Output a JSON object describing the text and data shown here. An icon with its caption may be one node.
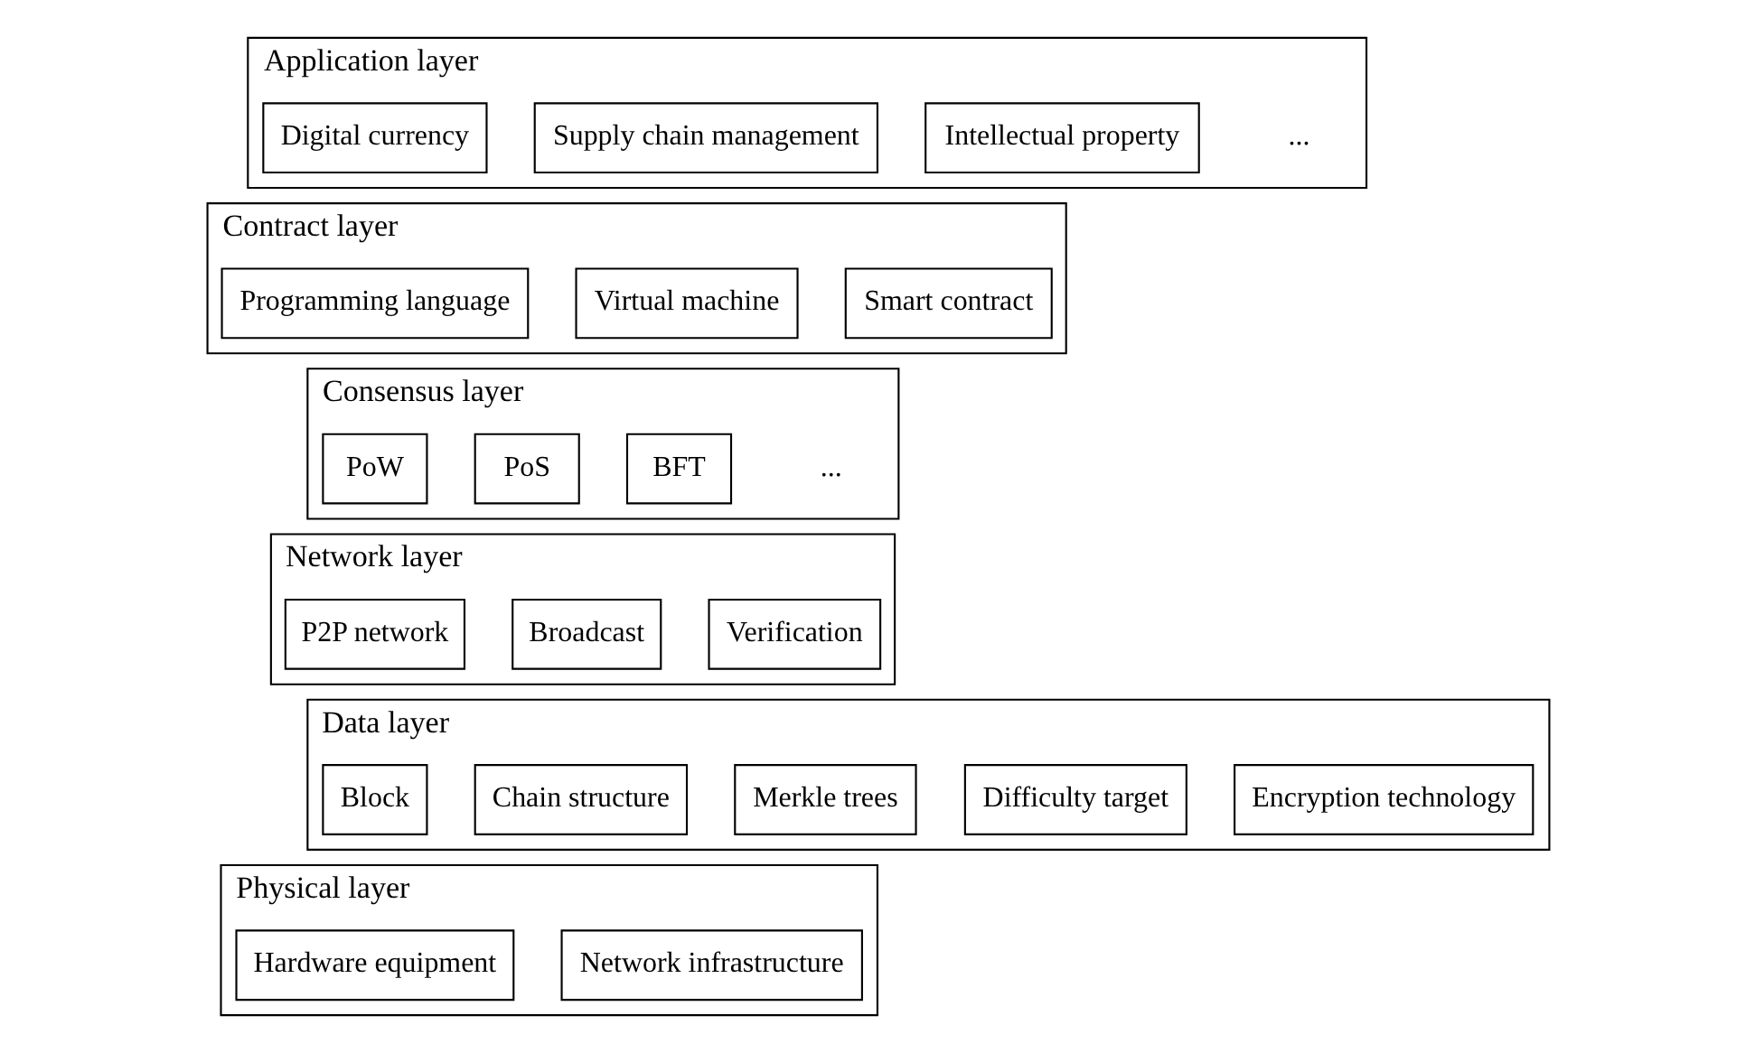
{
  "diagram": {
    "nodes": [
      {
        "text": [
          "Application layer"
        ]
      },
      {
        "text": [
          "Digital currency"
        ],
        "in": 0
      },
      {
        "text": [
          "Supply chain management"
        ],
        "in": 0
      },
      {
        "text": [
          "Intellectual property"
        ],
        "in": 0
      },
      {
        "text": [
          "Contract layer"
        ]
      },
      {
        "text": [
          "Programming language"
        ],
        "in": 4
      },
      {
        "text": [
          "Virtual machine"
        ],
        "in": 4
      },
      {
        "text": [
          "Smart contract"
        ],
        "in": 4
      },
      {
        "text": [
          "Consensus layer"
        ]
      },
      {
        "text": [
          "PoW"
        ],
        "in": 8
      },
      {
        "text": [
          "PoS"
        ],
        "in": 8
      },
      {
        "text": [
          "BFT"
        ],
        "in": 8
      },
      {
        "text": [
          "Network layer"
        ]
      },
      {
        "text": [
          "P2P network"
        ],
        "in": 12
      },
      {
        "text": [
          "Broadcast"
        ],
        "in": 12
      },
      {
        "text": [
          "Verification"
        ],
        "in": 12
      },
      {
        "text": [
          "Data layer"
        ]
      },
      {
        "text": [
          "Block"
        ],
        "in": 16
      },
      {
        "text": [
          "Chain structure"
        ],
        "in": 16
      },
      {
        "text": [
          "Merkle trees"
        ],
        "in": 16
      },
      {
        "text": [
          "Difficulty target"
        ],
        "in": 16
      },
      {
        "text": [
          "Encryption technology"
        ],
        "in": 16
      },
      {
        "text": [
          "Physical layer"
        ]
      },
      {
        "text": [
          "Hardware equipment"
        ],
        "in": 22
      },
      {
        "text": [
          "Network infrastructure"
        ],
        "in": 22
      }
    ],
    "labels": [
      "...",
      "..."
    ]
  }
}
